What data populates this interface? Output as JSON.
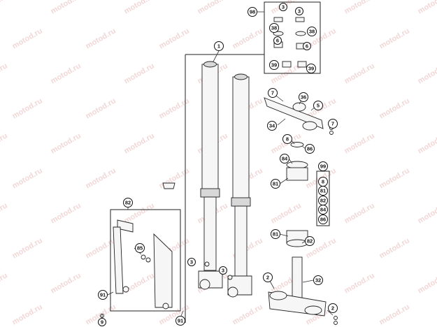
{
  "watermark": {
    "text": "motod.ru"
  },
  "callouts": {
    "c1": "1",
    "c98": "98",
    "c3a": "3",
    "c3b": "3",
    "c38a": "38",
    "c38b": "38",
    "c6a": "6",
    "c6b": "6",
    "c39a": "39",
    "c39b": "39",
    "c7a": "7",
    "c36": "36",
    "c5": "5",
    "c34": "34",
    "c7b": "7",
    "c8": "8",
    "c86": "86",
    "c84": "84",
    "c81a": "81",
    "c99": "99",
    "k8": "8",
    "k81": "81",
    "k82": "82",
    "k84": "84",
    "k86": "86",
    "c81b": "81",
    "c82a": "82",
    "c82b": "82",
    "c85": "85",
    "c3c": "3",
    "c3d": "3",
    "c2a": "2",
    "c32": "32",
    "c2b": "2",
    "c91a": "91",
    "c9": "9",
    "c91b": "91"
  },
  "colors": {
    "line": "#222222",
    "watermark": "#f2d7d7",
    "background": "#ffffff"
  }
}
